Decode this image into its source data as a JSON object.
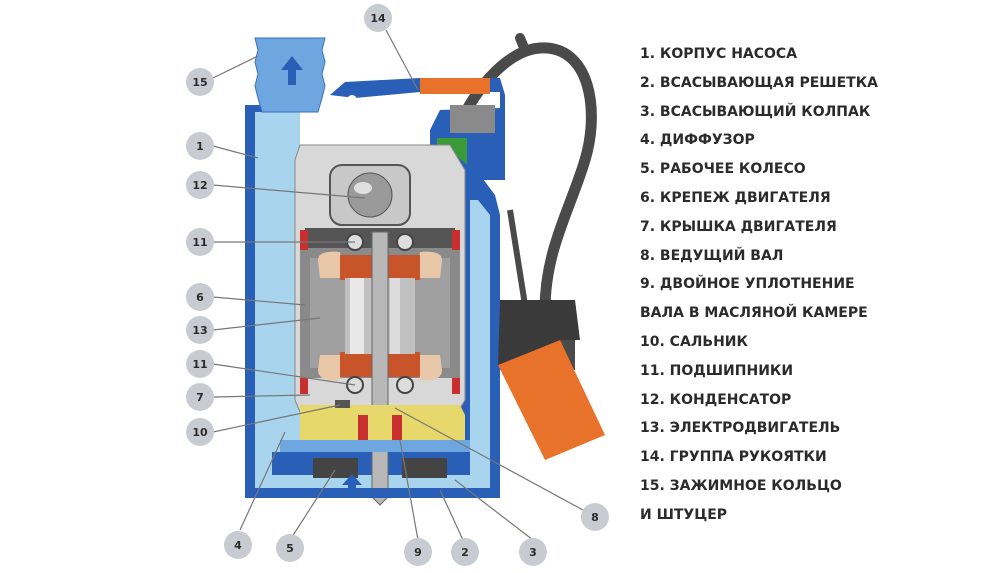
{
  "legend": [
    "1. КОРПУС НАСОСА",
    "2. ВСАСЫВАЮЩАЯ РЕШЕТКА",
    "3. ВСАСЫВАЮЩИЙ КОЛПАК",
    "4. ДИФФУЗОР",
    "5. РАБОЧЕЕ КОЛЕСО",
    "6. КРЕПЕЖ ДВИГАТЕЛЯ",
    "7. КРЫШКА ДВИГАТЕЛЯ",
    "8. ВЕДУЩИЙ ВАЛ",
    "9. ДВОЙНОЕ УПЛОТНЕНИЕ",
    "ВАЛА В МАСЛЯНОЙ КАМЕРЕ",
    "10. САЛЬНИК",
    "11. ПОДШИПНИКИ",
    "12. КОНДЕНСАТОР",
    "13. ЭЛЕКТРОДВИГАТЕЛЬ",
    "14. ГРУППА РУКОЯТКИ",
    "15. ЗАЖИМНОЕ КОЛЬЦО",
    "И ШТУЦЕР"
  ],
  "callouts": [
    {
      "id": "c15",
      "label": "15"
    },
    {
      "id": "c14",
      "label": "14"
    },
    {
      "id": "c1",
      "label": "1"
    },
    {
      "id": "c12",
      "label": "12"
    },
    {
      "id": "c11a",
      "label": "11"
    },
    {
      "id": "c6",
      "label": "6"
    },
    {
      "id": "c13",
      "label": "13"
    },
    {
      "id": "c11b",
      "label": "11"
    },
    {
      "id": "c7",
      "label": "7"
    },
    {
      "id": "c10",
      "label": "10"
    },
    {
      "id": "c4",
      "label": "4"
    },
    {
      "id": "c5",
      "label": "5"
    },
    {
      "id": "c9",
      "label": "9"
    },
    {
      "id": "c2",
      "label": "2"
    },
    {
      "id": "c3",
      "label": "3"
    },
    {
      "id": "c8",
      "label": "8"
    }
  ],
  "colors": {
    "housing_blue": "#2a5fb8",
    "water_light": "#a8d4ee",
    "nozzle_blue": "#6ea6e0",
    "motor_gray": "#9a9a9a",
    "winding_copper": "#c8542a",
    "oil_yellow": "#e6d86a",
    "float_orange": "#e8722a",
    "cable_dark": "#4a4a4a",
    "callout_fill": "#c8ccd2"
  }
}
